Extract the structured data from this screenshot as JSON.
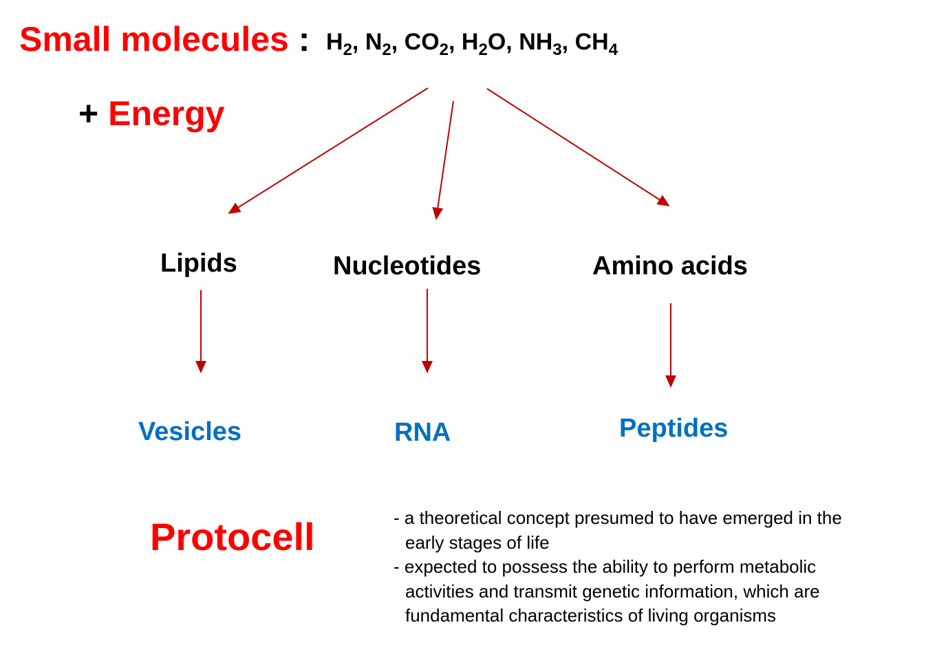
{
  "title": {
    "small_molecules": "Small molecules",
    "colon": ":",
    "formula_parts": [
      {
        "text": "H",
        "sub": "2",
        "sep": ", "
      },
      {
        "text": "N",
        "sub": "2",
        "sep": ", "
      },
      {
        "text": "CO",
        "sub": "2",
        "sep": ", "
      },
      {
        "text": "H",
        "sub": "2",
        "tail": "O",
        "sep": ", "
      },
      {
        "text": "NH",
        "sub": "3",
        "sep": ", "
      },
      {
        "text": "CH",
        "sub": "4",
        "sep": ""
      }
    ]
  },
  "energy": {
    "plus": "+",
    "label": "Energy"
  },
  "monomers": {
    "lipids": "Lipids",
    "nucleotides": "Nucleotides",
    "amino_acids": "Amino acids"
  },
  "polymers": {
    "vesicles": "Vesicles",
    "rna": "RNA",
    "peptides": "Peptides"
  },
  "protocell": {
    "label": "Protocell",
    "notes": [
      "- a theoretical concept presumed to have emerged in the",
      "early stages of life",
      "- expected to possess the ability to perform metabolic",
      "activities and transmit genetic information, which are",
      "fundamental characteristics of living organisms"
    ]
  },
  "colors": {
    "red_text": "#ff0000",
    "blue_text": "#0070c0",
    "arrow": "#c00000"
  }
}
